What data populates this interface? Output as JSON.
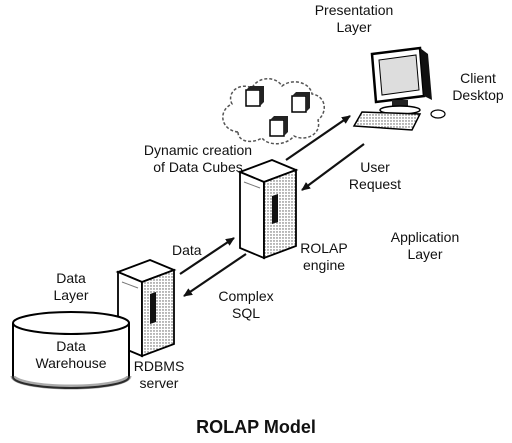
{
  "diagram": {
    "labels": {
      "presentation_layer": [
        "Presentation",
        "Layer"
      ],
      "client_desktop": [
        "Client",
        "Desktop"
      ],
      "dynamic_cubes": [
        "Dynamic creation",
        "of Data Cubes"
      ],
      "user_request": [
        "User",
        "Request"
      ],
      "application_layer": [
        "Application",
        "Layer"
      ],
      "data_arrow": "Data",
      "rolap_engine": [
        "ROLAP",
        "engine"
      ],
      "data_layer": [
        "Data",
        "Layer"
      ],
      "complex_sql": [
        "Complex",
        "SQL"
      ],
      "data_warehouse": [
        "Data",
        "Warehouse"
      ],
      "rdbms_server": [
        "RDBMS",
        "server"
      ]
    },
    "title": "ROLAP Model"
  }
}
